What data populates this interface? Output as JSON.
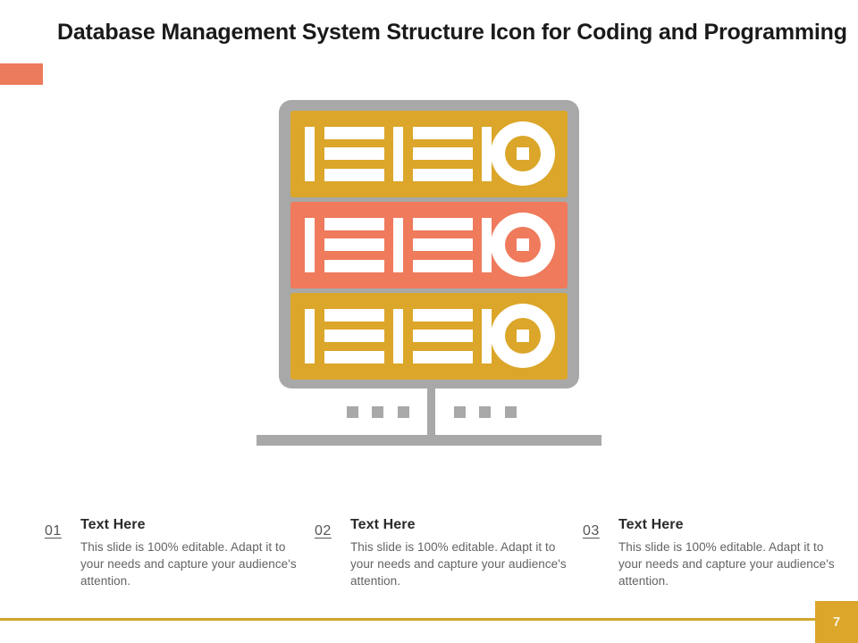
{
  "slide": {
    "title": "Database Management System Structure Icon for Coding and Programming",
    "accent_color": "#ec7a5c",
    "brand_yellow": "#dba629",
    "brand_salmon": "#ef7a5c",
    "brand_gray": "#a8a8a8",
    "page_number": "7"
  },
  "icon": {
    "name": "database-server-rack-icon",
    "racks": [
      {
        "id": "rack-1",
        "color": "#dba629",
        "color_name": "yellow"
      },
      {
        "id": "rack-2",
        "color": "#ef7a5c",
        "color_name": "salmon"
      },
      {
        "id": "rack-3",
        "color": "#dba629",
        "color_name": "yellow"
      }
    ]
  },
  "text_blocks": [
    {
      "number": "01",
      "heading": "Text Here",
      "description": "This slide is 100% editable. Adapt it to your needs and capture your audience's attention."
    },
    {
      "number": "02",
      "heading": "Text Here",
      "description": "This slide is 100% editable. Adapt it to your needs and capture your audience's attention."
    },
    {
      "number": "03",
      "heading": "Text Here",
      "description": "This slide is 100% editable. Adapt it to your needs and capture your audience's attention."
    }
  ]
}
